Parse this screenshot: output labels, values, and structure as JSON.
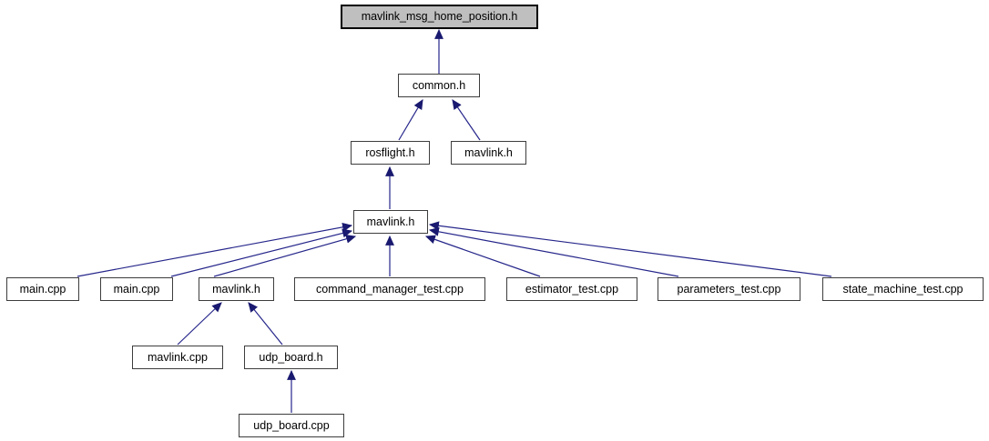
{
  "diagram": {
    "kind": "include-dependency-graph",
    "colors": {
      "arrow_line": "#26268b",
      "arrow_head": "#191970",
      "root_fill": "#bfbfbf",
      "root_border": "#000000",
      "node_fill": "#ffffff",
      "node_border": "#3d3d3d",
      "text": "#000000",
      "background": "#ffffff"
    },
    "nodes": [
      {
        "id": "mavlink_msg_home_position_h",
        "label": "mavlink_msg_home_position.h",
        "highlighted": true
      },
      {
        "id": "common_h",
        "label": "common.h"
      },
      {
        "id": "rosflight_h",
        "label": "rosflight.h"
      },
      {
        "id": "mavlink_h_top",
        "label": "mavlink.h"
      },
      {
        "id": "mavlink_h_mid",
        "label": "mavlink.h"
      },
      {
        "id": "main_cpp_1",
        "label": "main.cpp"
      },
      {
        "id": "main_cpp_2",
        "label": "main.cpp"
      },
      {
        "id": "mavlink_h_low",
        "label": "mavlink.h"
      },
      {
        "id": "command_manager_test_cpp",
        "label": "command_manager_test.cpp"
      },
      {
        "id": "estimator_test_cpp",
        "label": "estimator_test.cpp"
      },
      {
        "id": "parameters_test_cpp",
        "label": "parameters_test.cpp"
      },
      {
        "id": "state_machine_test_cpp",
        "label": "state_machine_test.cpp"
      },
      {
        "id": "mavlink_cpp",
        "label": "mavlink.cpp"
      },
      {
        "id": "udp_board_h",
        "label": "udp_board.h"
      },
      {
        "id": "udp_board_cpp",
        "label": "udp_board.cpp"
      }
    ],
    "edges": [
      {
        "from": "common_h",
        "to": "mavlink_msg_home_position_h"
      },
      {
        "from": "rosflight_h",
        "to": "common_h"
      },
      {
        "from": "mavlink_h_top",
        "to": "common_h"
      },
      {
        "from": "mavlink_h_mid",
        "to": "rosflight_h"
      },
      {
        "from": "main_cpp_1",
        "to": "mavlink_h_mid"
      },
      {
        "from": "main_cpp_2",
        "to": "mavlink_h_mid"
      },
      {
        "from": "mavlink_h_low",
        "to": "mavlink_h_mid"
      },
      {
        "from": "command_manager_test_cpp",
        "to": "mavlink_h_mid"
      },
      {
        "from": "estimator_test_cpp",
        "to": "mavlink_h_mid"
      },
      {
        "from": "parameters_test_cpp",
        "to": "mavlink_h_mid"
      },
      {
        "from": "state_machine_test_cpp",
        "to": "mavlink_h_mid"
      },
      {
        "from": "mavlink_cpp",
        "to": "mavlink_h_low"
      },
      {
        "from": "udp_board_h",
        "to": "mavlink_h_low"
      },
      {
        "from": "udp_board_cpp",
        "to": "udp_board_h"
      }
    ]
  }
}
